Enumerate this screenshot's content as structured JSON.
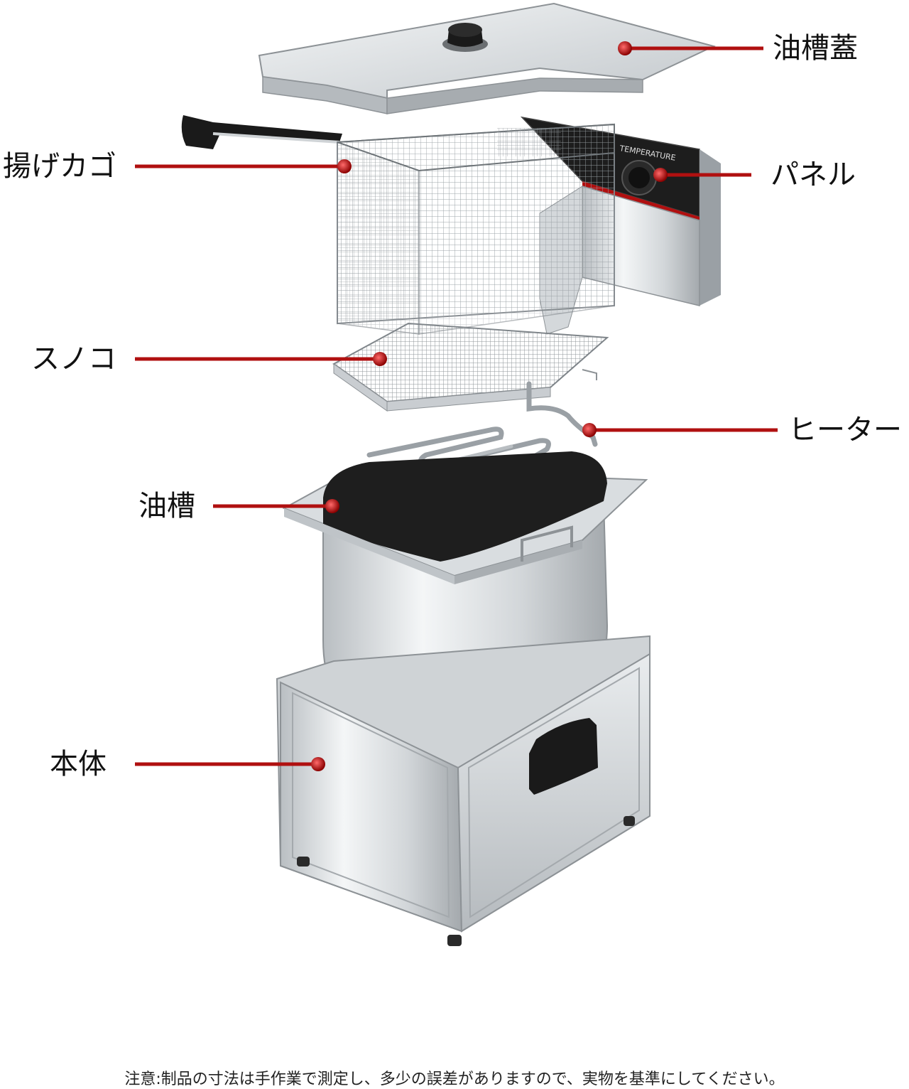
{
  "labels": {
    "lid": "油槽蓋",
    "basket": "揚げカゴ",
    "panel": "パネル",
    "rack": "スノコ",
    "heater": "ヒーター",
    "tank": "油槽",
    "body": "本体"
  },
  "note": "注意:制品の寸法は手作業で測定し、多少の誤差がありますので、実物を基準にしてください。",
  "panel_text": "TEMPERATURE",
  "colors": {
    "callout": "#b01010",
    "steel_light": "#eceff1",
    "steel_mid": "#c9cdd1",
    "steel_dark": "#8d9296",
    "black": "#1a1a1a"
  }
}
